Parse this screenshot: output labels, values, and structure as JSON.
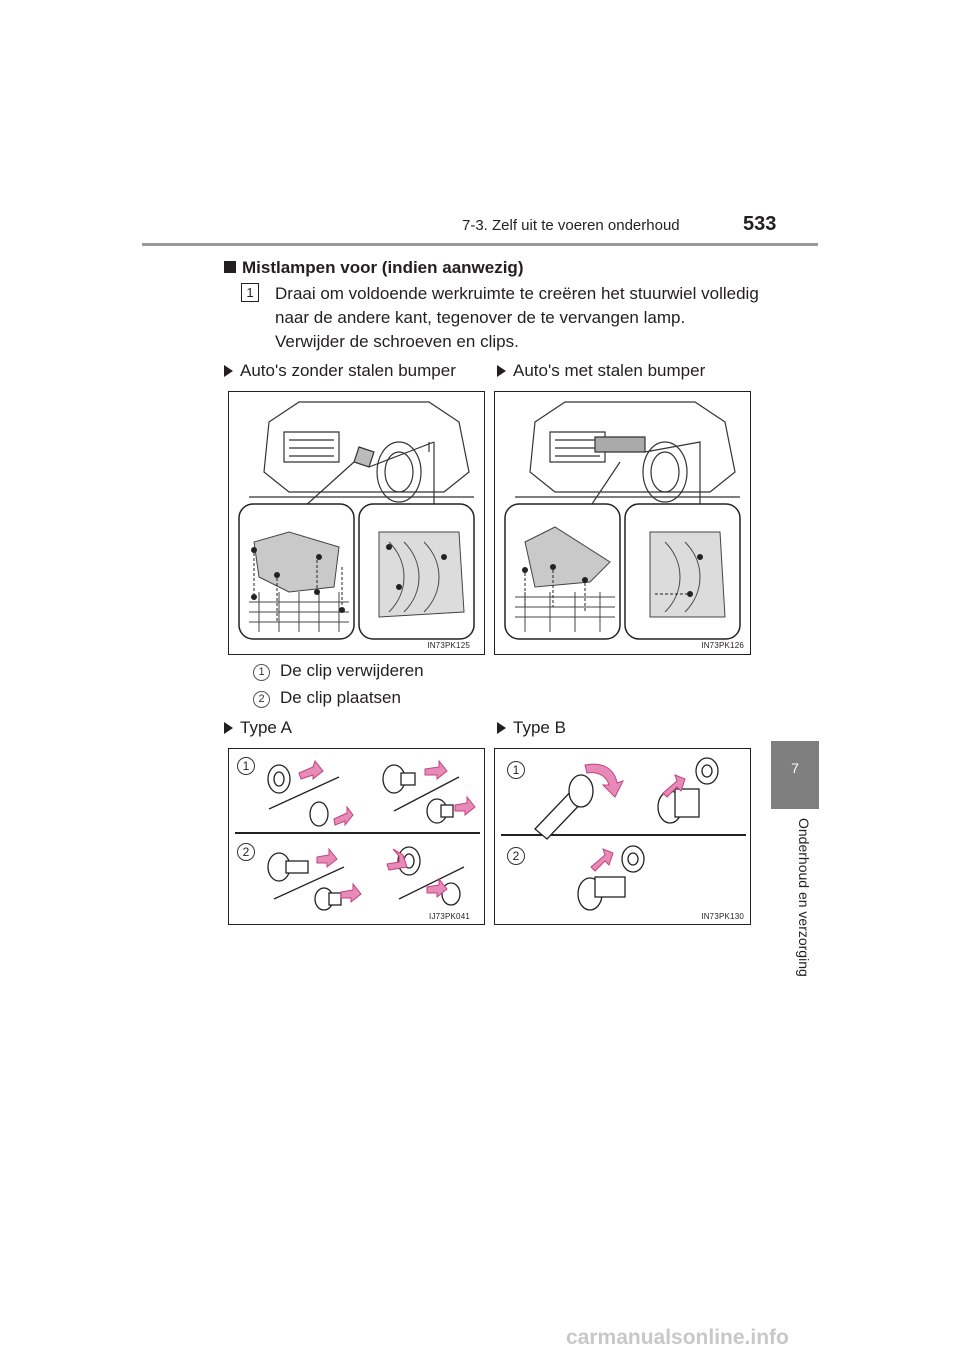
{
  "header": {
    "section": "7-3. Zelf uit te voeren onderhoud",
    "page_number": "533"
  },
  "side_tab": {
    "chapter_number": "7",
    "chapter_title": "Onderhoud en verzorging"
  },
  "section": {
    "title": "Mistlampen voor (indien aanwezig)",
    "step_number": "1",
    "step_text_line1": "Draai om voldoende werkruimte te creëren het stuurwiel volledig",
    "step_text_line2": "naar de andere kant, tegenover de te vervangen lamp.",
    "step_text_line3": "Verwijder de schroeven en clips."
  },
  "figures_top": {
    "left_label": "Auto's zonder stalen bumper",
    "right_label": "Auto's met stalen bumper",
    "left_code": "IN73PK125",
    "right_code": "IN73PK126"
  },
  "legend": {
    "items": [
      {
        "num": "1",
        "text": "De clip verwijderen"
      },
      {
        "num": "2",
        "text": "De clip plaatsen"
      }
    ]
  },
  "figures_bottom": {
    "left_label": "Type A",
    "right_label": "Type B",
    "left_code": "IJ73PK041",
    "right_code": "IN73PK130",
    "step1": "1",
    "step2": "2"
  },
  "watermark": "carmanualsonline.info"
}
